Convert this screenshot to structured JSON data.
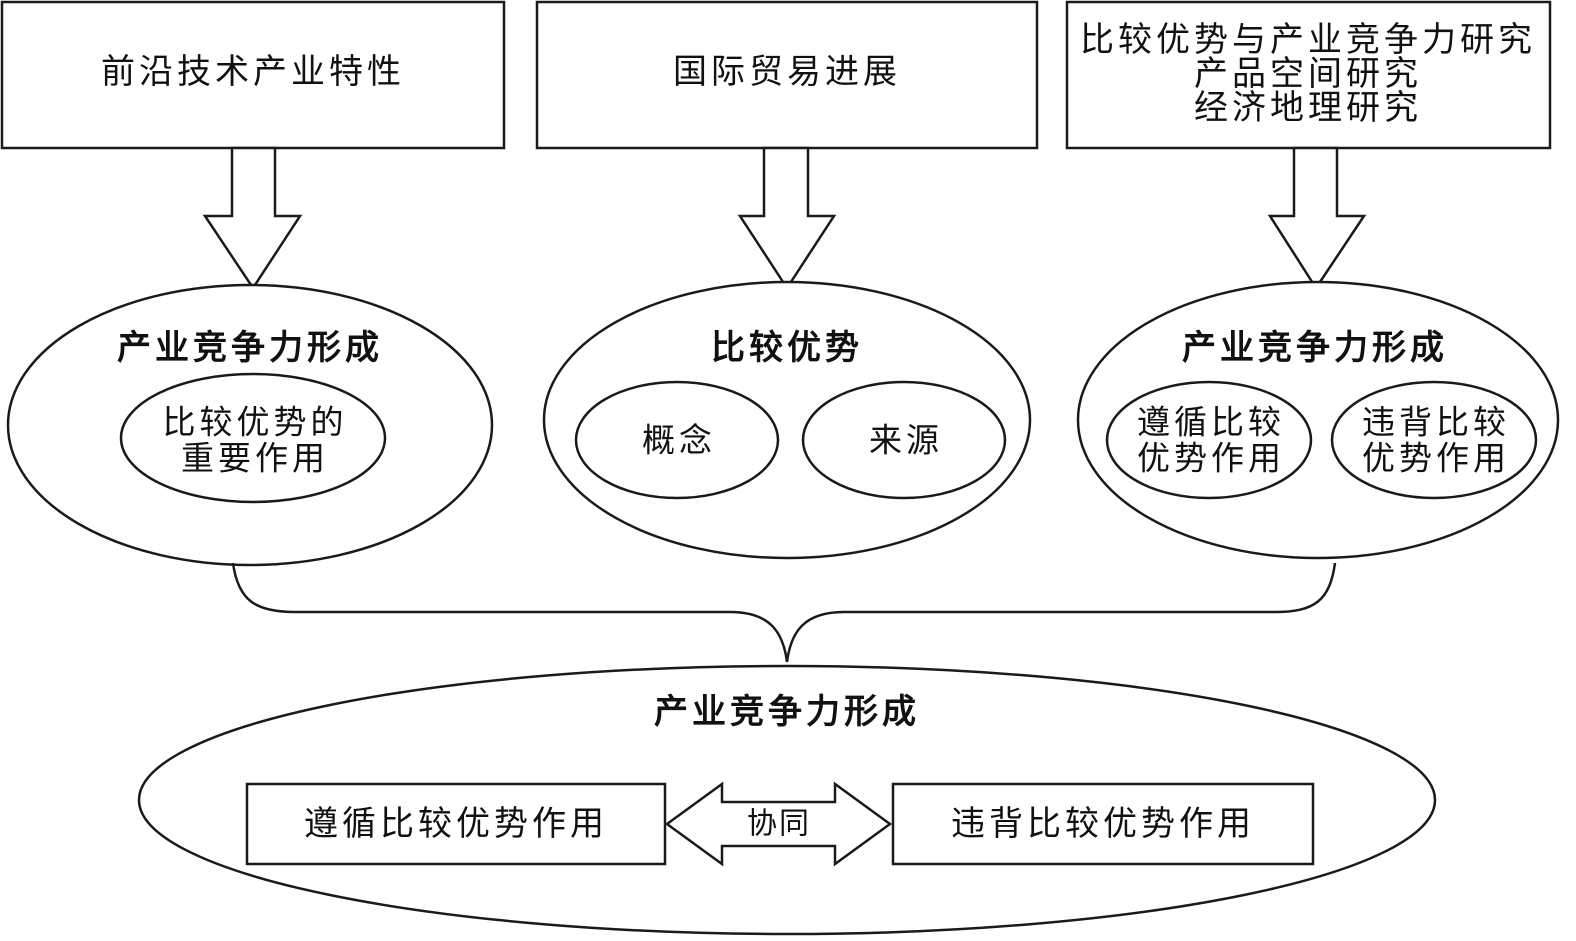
{
  "top_boxes": [
    {
      "lines": [
        "前沿技术产业特性"
      ]
    },
    {
      "lines": [
        "国际贸易进展"
      ]
    },
    {
      "lines": [
        "比较优势与产业竞争力研究",
        "产品空间研究",
        "经济地理研究"
      ]
    }
  ],
  "ellipses": [
    {
      "title": "产业竞争力形成",
      "items": [
        [
          "比较优势的",
          "重要作用"
        ]
      ]
    },
    {
      "title": "比较优势",
      "items": [
        [
          "概念"
        ],
        [
          "来源"
        ]
      ]
    },
    {
      "title": "产业竞争力形成",
      "items": [
        [
          "遵循比较",
          "优势作用"
        ],
        [
          "违背比较",
          "优势作用"
        ]
      ]
    }
  ],
  "bottom": {
    "title": "产业竞争力形成",
    "left_box": "遵循比较优势作用",
    "right_box": "违背比较优势作用",
    "arrow_label": "协同"
  },
  "colors": {
    "stroke": "#1a1a1a",
    "fill": "#ffffff",
    "text": "#111111"
  }
}
